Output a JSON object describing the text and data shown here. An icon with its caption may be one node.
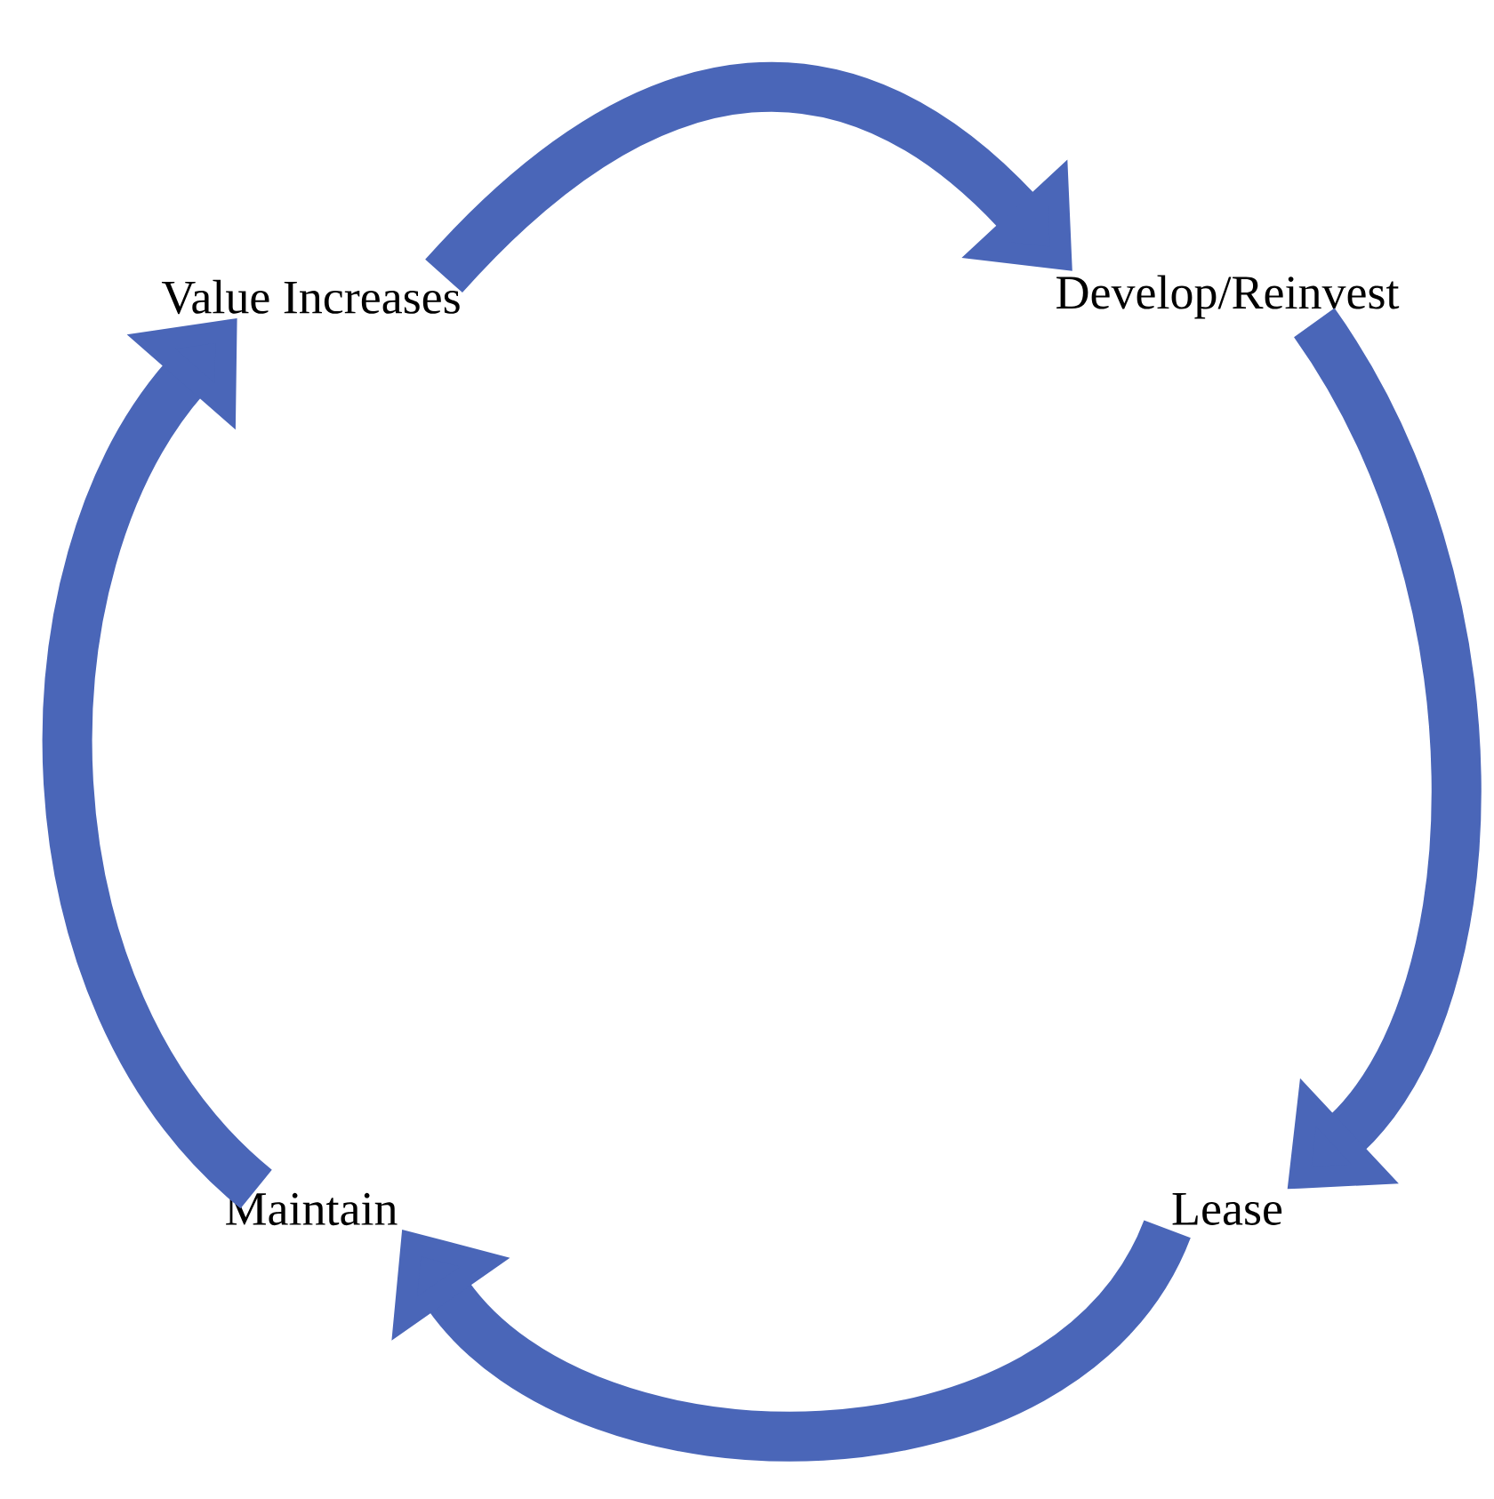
{
  "diagram": {
    "nodes": [
      {
        "text": [
          "Value Increases"
        ]
      },
      {
        "text": [
          "Develop/Reinvest"
        ]
      },
      {
        "text": [
          "Lease"
        ]
      },
      {
        "text": [
          "Maintain"
        ]
      }
    ],
    "edges": [
      {
        "from": 0,
        "to": 1,
        "arrow": "to"
      },
      {
        "from": 1,
        "to": 2,
        "arrow": "to"
      },
      {
        "from": 2,
        "to": 3,
        "arrow": "to"
      },
      {
        "from": 3,
        "to": 0,
        "arrow": "to"
      }
    ]
  }
}
